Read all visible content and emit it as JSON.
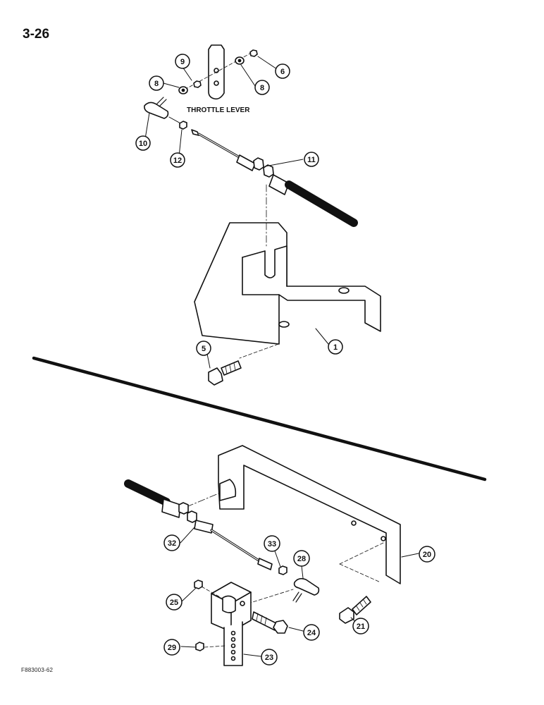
{
  "page": {
    "number": "3-26",
    "figure_code": "F883003-62"
  },
  "upper_assembly": {
    "caption": "THROTTLE LEVER",
    "callouts": [
      "9",
      "6",
      "8",
      "8",
      "10",
      "12",
      "11",
      "1",
      "5"
    ]
  },
  "lower_assembly": {
    "callouts": [
      "32",
      "33",
      "28",
      "20",
      "25",
      "24",
      "21",
      "29",
      "23"
    ]
  },
  "colors": {
    "ink": "#111111",
    "paper": "#ffffff"
  }
}
